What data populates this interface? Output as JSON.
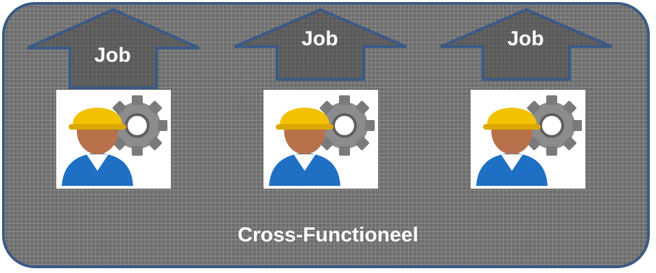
{
  "jobs": [
    {
      "label": "Job",
      "icon": "worker-gear-icon"
    },
    {
      "label": "Job",
      "icon": "worker-gear-icon"
    },
    {
      "label": "Job",
      "icon": "worker-gear-icon"
    }
  ],
  "caption": "Cross-Functioneel",
  "colors": {
    "border": "#3a5a86",
    "panel_fill": "#6d6d6d",
    "arrow_fill": "#555555",
    "arrow_stroke": "#3a5a86",
    "text": "#ffffff",
    "helmet": "#f2c200",
    "shirt": "#1f6fc4",
    "gear": "#8c8c8c"
  }
}
